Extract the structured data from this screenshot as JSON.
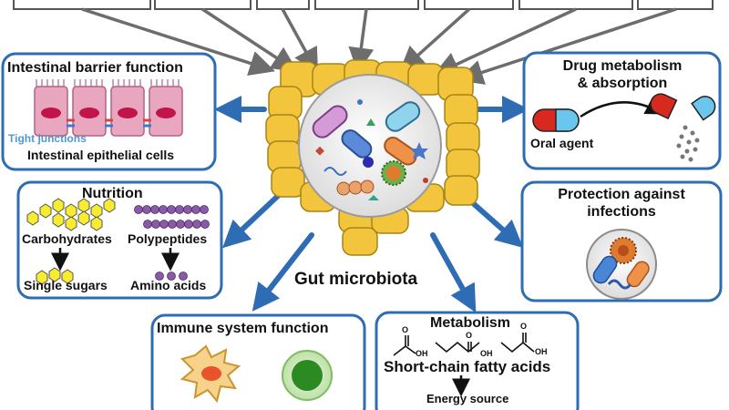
{
  "center_label": "Gut microbiota",
  "panels": {
    "barrier": {
      "title": "Intestinal barrier function",
      "tight_junctions": "Tight junctions",
      "cells": "Intestinal epithelial cells"
    },
    "drug": {
      "title_line1": "Drug metabolism",
      "title_line2": "& absorption",
      "oral_agent": "Oral agent"
    },
    "nutrition": {
      "title": "Nutrition",
      "carbohydrates": "Carbohydrates",
      "polypeptides": "Polypeptides",
      "single_sugars": "Single sugars",
      "amino_acids": "Amino acids"
    },
    "protection": {
      "title_line1": "Protection against",
      "title_line2": "infections"
    },
    "immune": {
      "title": "Immune system function"
    },
    "metabolism": {
      "title": "Metabolism",
      "oh1": "OH",
      "oh2": "OH",
      "oh3": "OH",
      "o1": "O",
      "o2": "O",
      "o3": "O",
      "scfa": "Short-chain fatty acids",
      "energy": "Energy source"
    }
  },
  "colors": {
    "panel_border": "#2e6db4",
    "arrow_blue": "#2e6db4",
    "arrow_gray": "#6d6d6d",
    "intestine": "#f3c53c",
    "cell_pink": "#e9a7bf",
    "sugar_yellow": "#f7ec2f",
    "amino_purple": "#8a5aa8"
  }
}
